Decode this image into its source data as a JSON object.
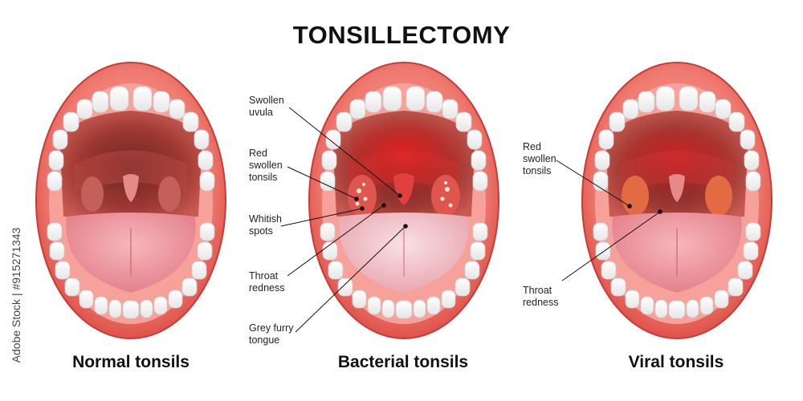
{
  "title": "TONSILLECTOMY",
  "panels": [
    {
      "caption": "Normal tonsils"
    },
    {
      "caption": "Bacterial tonsils"
    },
    {
      "caption": "Viral tonsils"
    }
  ],
  "annotations": {
    "bacterial": [
      {
        "lines": [
          "Swollen",
          "uvula"
        ]
      },
      {
        "lines": [
          "Red",
          "swollen",
          "tonsils"
        ]
      },
      {
        "lines": [
          "Whitish",
          "spots"
        ]
      },
      {
        "lines": [
          "Throat",
          "redness"
        ]
      },
      {
        "lines": [
          "Grey furry",
          "tongue"
        ]
      }
    ],
    "viral": [
      {
        "lines": [
          "Red",
          "swollen",
          "tonsils"
        ]
      },
      {
        "lines": [
          "Throat",
          "redness"
        ]
      }
    ]
  },
  "watermark": "Adobe Stock | #915271343",
  "colors": {
    "lips": "#e8504a",
    "gums": "#f2958f",
    "throat": "#a83a34",
    "tongue": "#e88d96",
    "tongue_grey": "#eab2b8",
    "redness": "#e8242a",
    "spots": "#f4e3c8"
  }
}
